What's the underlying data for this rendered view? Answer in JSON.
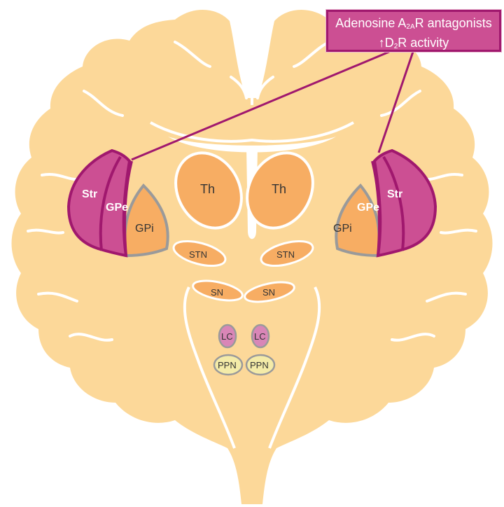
{
  "callout": {
    "line1_a": "Adenosine A",
    "line1_sub": "2A",
    "line1_b": "R antagonists",
    "line2_a": "↑D",
    "line2_sub": "2",
    "line2_b": "R activity"
  },
  "labels": {
    "str": "Str",
    "gpe": "GPe",
    "gpi": "GPi",
    "th": "Th",
    "stn": "STN",
    "sn": "SN",
    "lc": "LC",
    "ppn": "PPN"
  },
  "colors": {
    "brain": "#fcd899",
    "brain_outline": "#ffffff",
    "nucleus": "#f7ad63",
    "highlight": "#cc4f93",
    "highlight_border": "#a0186e",
    "lc": "#d986b7",
    "ppn": "#f4eba8"
  }
}
